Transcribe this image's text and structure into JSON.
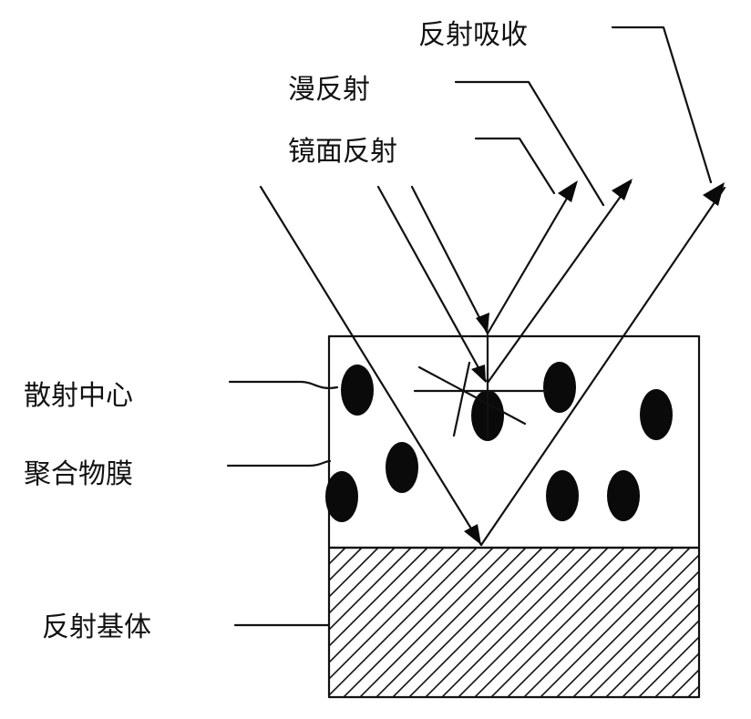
{
  "labels": {
    "reflect_absorb": "反射吸收",
    "diffuse": "漫反射",
    "specular": "镜面反射",
    "scatter_center": "散射中心",
    "polymer_film": "聚合物膜",
    "reflect_substrate": "反射基体"
  },
  "colors": {
    "ink": "#111111",
    "background": "#ffffff"
  }
}
